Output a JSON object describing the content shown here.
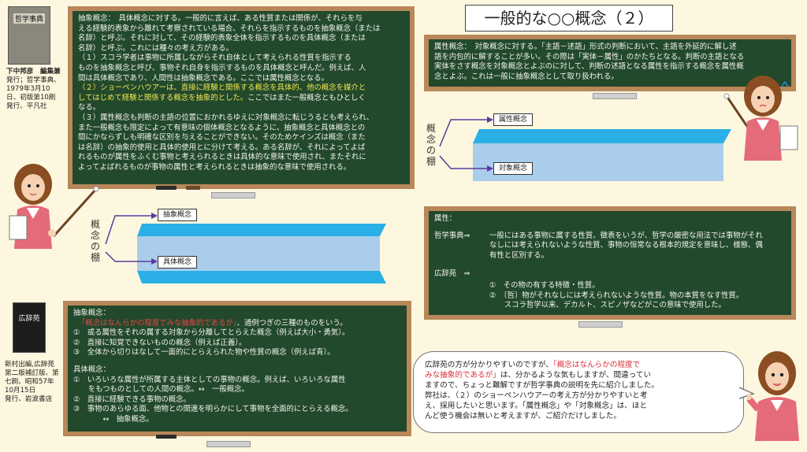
{
  "title": "一般的な○○概念（２）",
  "book1": {
    "cover_title": "哲学事典",
    "caption": [
      "下中邦彦　編集兼",
      "発行；哲学事典、",
      "1979年3月10",
      "日、初版第10刷",
      "発行、平凡社"
    ]
  },
  "book2": {
    "cover_title": "広辞苑",
    "caption": [
      "新村出編,広辞苑",
      "第二版補訂版、第",
      "七刷、昭和57年",
      "10月15日",
      "発行、岩波書店"
    ]
  },
  "board1": {
    "lines": [
      "抽象概念：　具体概念に対する。一般的に言えば、ある性質または関係が、それらを与",
      "える経験的表象から離れて考察されている場合、それらを指示するものを抽象概念（または",
      "名辞）と呼ぶ。それに対して、その経験的表象全体を指示するものを具体概念（または",
      "名辞）と呼ぶ。これには種々の考え方がある。",
      "（１）スコラ学者は事物に所属しながらそれ自体として考えられる性質を指示する",
      "ものを抽象概念と呼び、事物それ自身を指示するものを具体概念と呼んだ。例えば、人",
      "間は具体概念であり、人間性は抽象概念である。ここでは属性概念となる。"
    ],
    "yellow": [
      "（２）ショーペンハウアーは、直接に経験と関係する概念を具体的、他の概念を媒介と",
      "してはじめて経験と関係する概念を抽象的とした。"
    ],
    "yellow_tail": "ここではまた一般概念ともひとしく",
    "lines2": [
      "なる。",
      "（３）属性概念も判断の主語の位置におかれるゆえに対象概念に転じうるとも考えられ、",
      "また一般概念も限定によって有意味の個体概念となるように、抽象概念と具体概念との",
      "間にかならずしも明確な区別を与えることができない。そのためケインズは概念（また",
      "は名辞）の抽象的使用と具体的使用とに分けて考える。ある名辞が、それによってよば",
      "れるものが属性をふくむ事物と考えられるときは具体的な意味で使用され、またそれに",
      "よってよばれるものが事物の属性と考えられるときは抽象的な意味で使用される。"
    ]
  },
  "board2": {
    "lines": [
      "属性概念：　対象概念に対する。「主語－述語」形式の判断において、主語を外延的に解し述",
      "語を内包的に解することが多い。その際は「実体－属性」のかたちとなる。判断の主語となる",
      "実体をさす概念を対象概念とよぶのに対して、判断の述語となる属性を指示する概念を属性概",
      "念とよぶ。これは一般に抽象概念として取り扱われる。"
    ]
  },
  "board3": {
    "heading": "属性：",
    "tetsu_label": "哲学事典⇒",
    "tetsu_lines": [
      "一般にはある事物に属する性質、徴表をいうが、哲学の厳密な用法では事物がそれ",
      "なしには考えられないような性質、事物の恒常なる根本的規定を意味し、様態、偶",
      "有性と区別する。"
    ],
    "koji_label": "広辞苑　⇒",
    "koji_lines": [
      "①　その物の有する特徴・性質。",
      "②　〔哲〕物がそれなしには考えられないような性質。物の本質をなす性質。",
      "　　スコラ哲学以来、デカルト、スピノザなどがこの意味で使用した。"
    ]
  },
  "board4": {
    "heading": "抽象概念：",
    "red_line": "「概念はなんらかの程度でみな抽象的であるが」",
    "red_tail": "、通例つぎの三種のものをいう。",
    "lines1": [
      "①　或る属性をそれの属する対象から分離してとらえた概念（例えば大小・勇気）。",
      "②　直接に知覚できないものの概念（例えば正義）。",
      "③　全体から切りはなして一面的にとらえられた物や性質の概念（例えば青）。"
    ],
    "heading2": "具体概念：",
    "lines2": [
      "①　いろいろな属性が所属する主体としての事物の概念。例えば、いろいろな属性",
      "　　をもつものとしての人間の概念。↔　一般概念。",
      "②　直接に経験できる事物の概念。",
      "③　事物のあらゆる面、他物との関連を明らかにして事物を全面的にとらえる概念。",
      "　　　　↔　抽象概念。"
    ]
  },
  "diagram1": {
    "vertical_label": [
      "概",
      "念",
      "の",
      "棚"
    ],
    "top_label": "抽象概念",
    "bottom_label": "具体概念"
  },
  "diagram2": {
    "vertical_label": [
      "概",
      "念",
      "の",
      "棚"
    ],
    "top_label": "属性概念",
    "bottom_label": "対象概念"
  },
  "bubble": {
    "line1_a": "広辞苑の方が分かりやすいのですが、",
    "line1_red": "「概念はなんらかの程度で",
    "line2_red": "みな抽象的であるが」",
    "line2_b": "は、分かるような気もしますが、間違ってい",
    "rest": [
      "ますので、ちょっと難解ですが哲学事典の説明を先に紹介しました。",
      "弊社は、（２）のショーペンハウアーの考え方が分かりやすいと考",
      "え、採用したいと思います。「属性概念」や「対象概念」は、ほと",
      "んど使う機会は無いと考えますが、ご紹介だけしました。"
    ]
  },
  "colors": {
    "board": "#22492b",
    "frame": "#b8875a",
    "chalk_yellow": "#f0e651",
    "chalk_red": "#e24848",
    "shelf_blue": "#a9cdea",
    "shelf_cyan": "#2ab0e6"
  }
}
